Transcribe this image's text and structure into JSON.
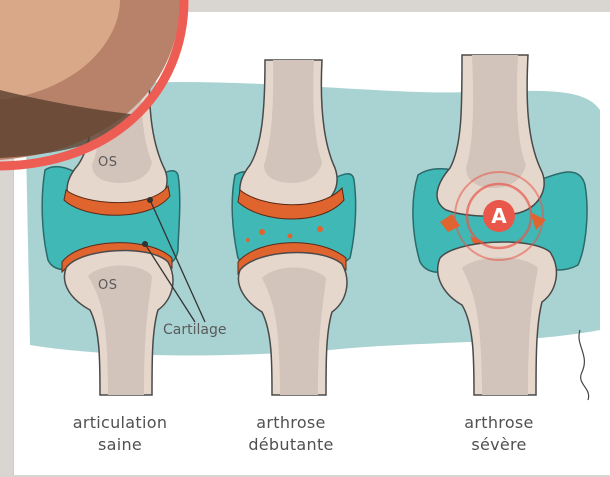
{
  "labels": {
    "os_top": "OS",
    "os_bottom": "OS",
    "cartilage": "Cartilage",
    "marker": "A"
  },
  "captions": [
    {
      "line1": "articulation",
      "line2": "saine"
    },
    {
      "line1": "arthrose",
      "line2": "débutante"
    },
    {
      "line1": "arthrose",
      "line2": "sévère"
    }
  ],
  "colors": {
    "background_wash": "#a9d3d2",
    "bone_fill": "#e6d7cc",
    "bone_core": "#d2c4bb",
    "cartilage": "#e0642e",
    "synovial_fluid": "#3fb8b6",
    "marker_red": "#e8574a",
    "photo_ring": "#ee5d54"
  }
}
